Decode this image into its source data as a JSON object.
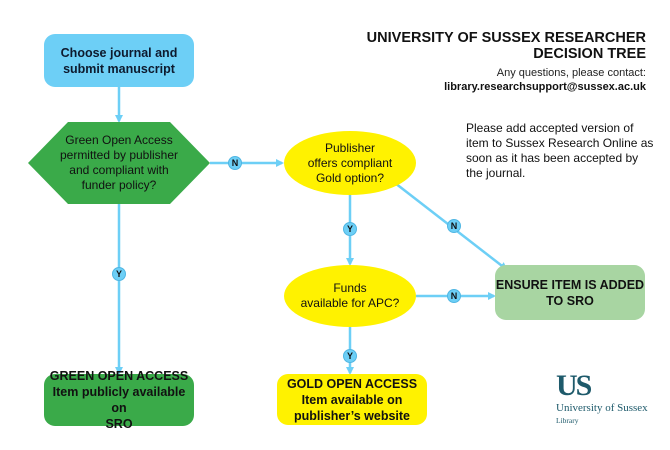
{
  "title": "UNIVERSITY OF SUSSEX RESEARCHER DECISION TREE",
  "contact": {
    "label": "Any questions, please contact:",
    "email": "library.researchsupport@sussex.ac.uk"
  },
  "note": "Please add accepted version of item to Sussex Research Online as soon as it has been accepted by the journal.",
  "colors": {
    "start": "#6dcff6",
    "decision_green": "#3aaa49",
    "decision_yellow": "#fff200",
    "ensure": "#a8d5a2",
    "connector": "#6dcff6",
    "logo": "#1e5a6b"
  },
  "nodes": {
    "start": {
      "line1": "Choose journal and",
      "line2": "submit manuscript"
    },
    "green_decision": {
      "line1": "Green Open Access",
      "line2": "permitted by publisher",
      "line3": "and compliant with",
      "line4": "funder policy?"
    },
    "gold_decision": {
      "line1": "Publisher",
      "line2": "offers compliant",
      "line3": "Gold option?"
    },
    "funds_decision": {
      "line1": "Funds",
      "line2": "available for APC?"
    },
    "green_outcome": {
      "line1": "GREEN OPEN ACCESS",
      "line2": "Item publicly available on",
      "line3": "SRO"
    },
    "gold_outcome": {
      "line1": "GOLD OPEN ACCESS",
      "line2": "Item available on",
      "line3": "publisher’s website"
    },
    "ensure_outcome": {
      "line1": "ENSURE ITEM IS ADDED",
      "line2": "TO SRO"
    }
  },
  "edges": {
    "green_no": "N",
    "green_yes": "Y",
    "gold_yes": "Y",
    "gold_no": "N",
    "funds_no": "N",
    "funds_yes": "Y"
  },
  "logo": {
    "mark": "US",
    "name": "University of Sussex",
    "sub": "Library"
  }
}
